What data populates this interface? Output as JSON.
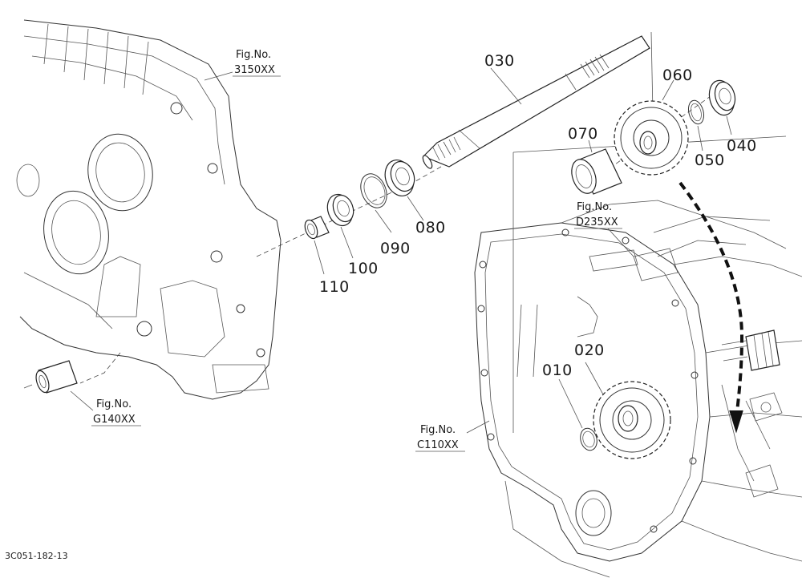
{
  "parts": [
    {
      "id": "p010",
      "label": "010"
    },
    {
      "id": "p020",
      "label": "020"
    },
    {
      "id": "p030",
      "label": "030"
    },
    {
      "id": "p040",
      "label": "040"
    },
    {
      "id": "p050",
      "label": "050"
    },
    {
      "id": "p060",
      "label": "060"
    },
    {
      "id": "p070",
      "label": "070"
    },
    {
      "id": "p080",
      "label": "080"
    },
    {
      "id": "p090",
      "label": "090"
    },
    {
      "id": "p100",
      "label": "100"
    },
    {
      "id": "p110",
      "label": "110"
    }
  ],
  "figure_refs": [
    {
      "id": "f3150",
      "prefix": "Fig.No.",
      "code": "3150XX"
    },
    {
      "id": "fd235",
      "prefix": "Fig.No.",
      "code": "D235XX"
    },
    {
      "id": "fg140",
      "prefix": "Fig.No.",
      "code": "G140XX"
    },
    {
      "id": "fc110",
      "prefix": "Fig.No.",
      "code": "C110XX"
    }
  ],
  "drawing_code": "3C051-182-13"
}
